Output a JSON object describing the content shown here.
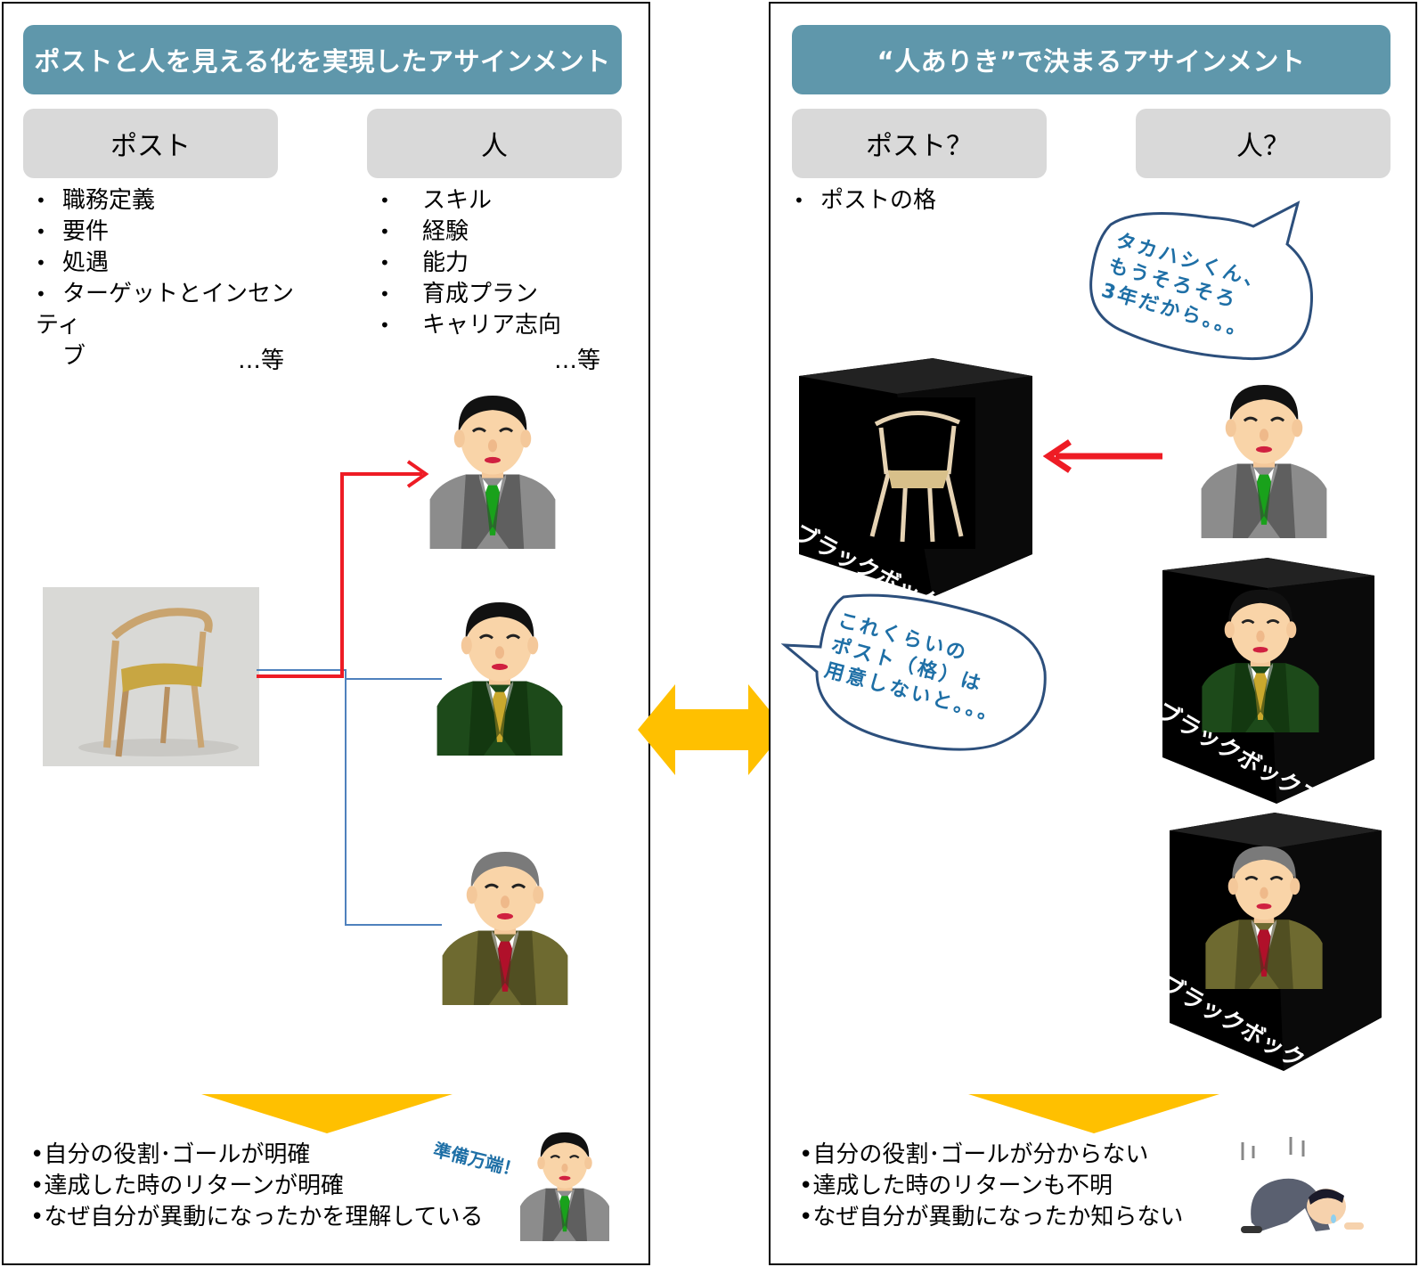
{
  "left": {
    "title": "ポストと人を見える化を実現したアサインメント",
    "post_header": "ポスト",
    "person_header": "人",
    "post_items": [
      "職務定義",
      "要件",
      "処遇",
      "ターゲットとインセンティ",
      "ブ"
    ],
    "person_items": [
      "スキル",
      "経験",
      "能力",
      "育成プラン",
      "キャリア志向"
    ],
    "etc": "…等",
    "ready_label": "準備万端！",
    "results": [
      "•自分の役割･ゴールが明確",
      "•達成した時のリターンが明確",
      "•なぜ自分が異動になったかを理解している"
    ]
  },
  "right": {
    "title": "“人ありき”で決まるアサインメント",
    "post_header": "ポスト？",
    "person_header": "人？",
    "post_items": [
      "ポストの格"
    ],
    "bubble_top": [
      "タカハシくん、",
      "もうそろそろ",
      "3年だから。。。"
    ],
    "bubble_mid": [
      "これくらいの",
      "ポスト（格）は",
      "用意しないと。。。"
    ],
    "blackbox_label": "ブラックボックス",
    "results": [
      "•自分の役割･ゴールが分からない",
      "•達成した時のリターンも不明",
      "•なぜ自分が異動になったか知らない"
    ]
  },
  "icons": {
    "chair": "chair-icon",
    "businessman": "businessman-icon",
    "double_arrow": "double-arrow-icon",
    "down_arrow": "down-chevron-icon",
    "depressed_person": "depressed-person-icon"
  },
  "colors": {
    "banner": "#5f97ab",
    "tag": "#d9d9d9",
    "red_arrow": "#ee1c25",
    "blue_line": "#4f81bd",
    "yellow": "#ffc000",
    "speech_text": "#1e6fa6"
  }
}
